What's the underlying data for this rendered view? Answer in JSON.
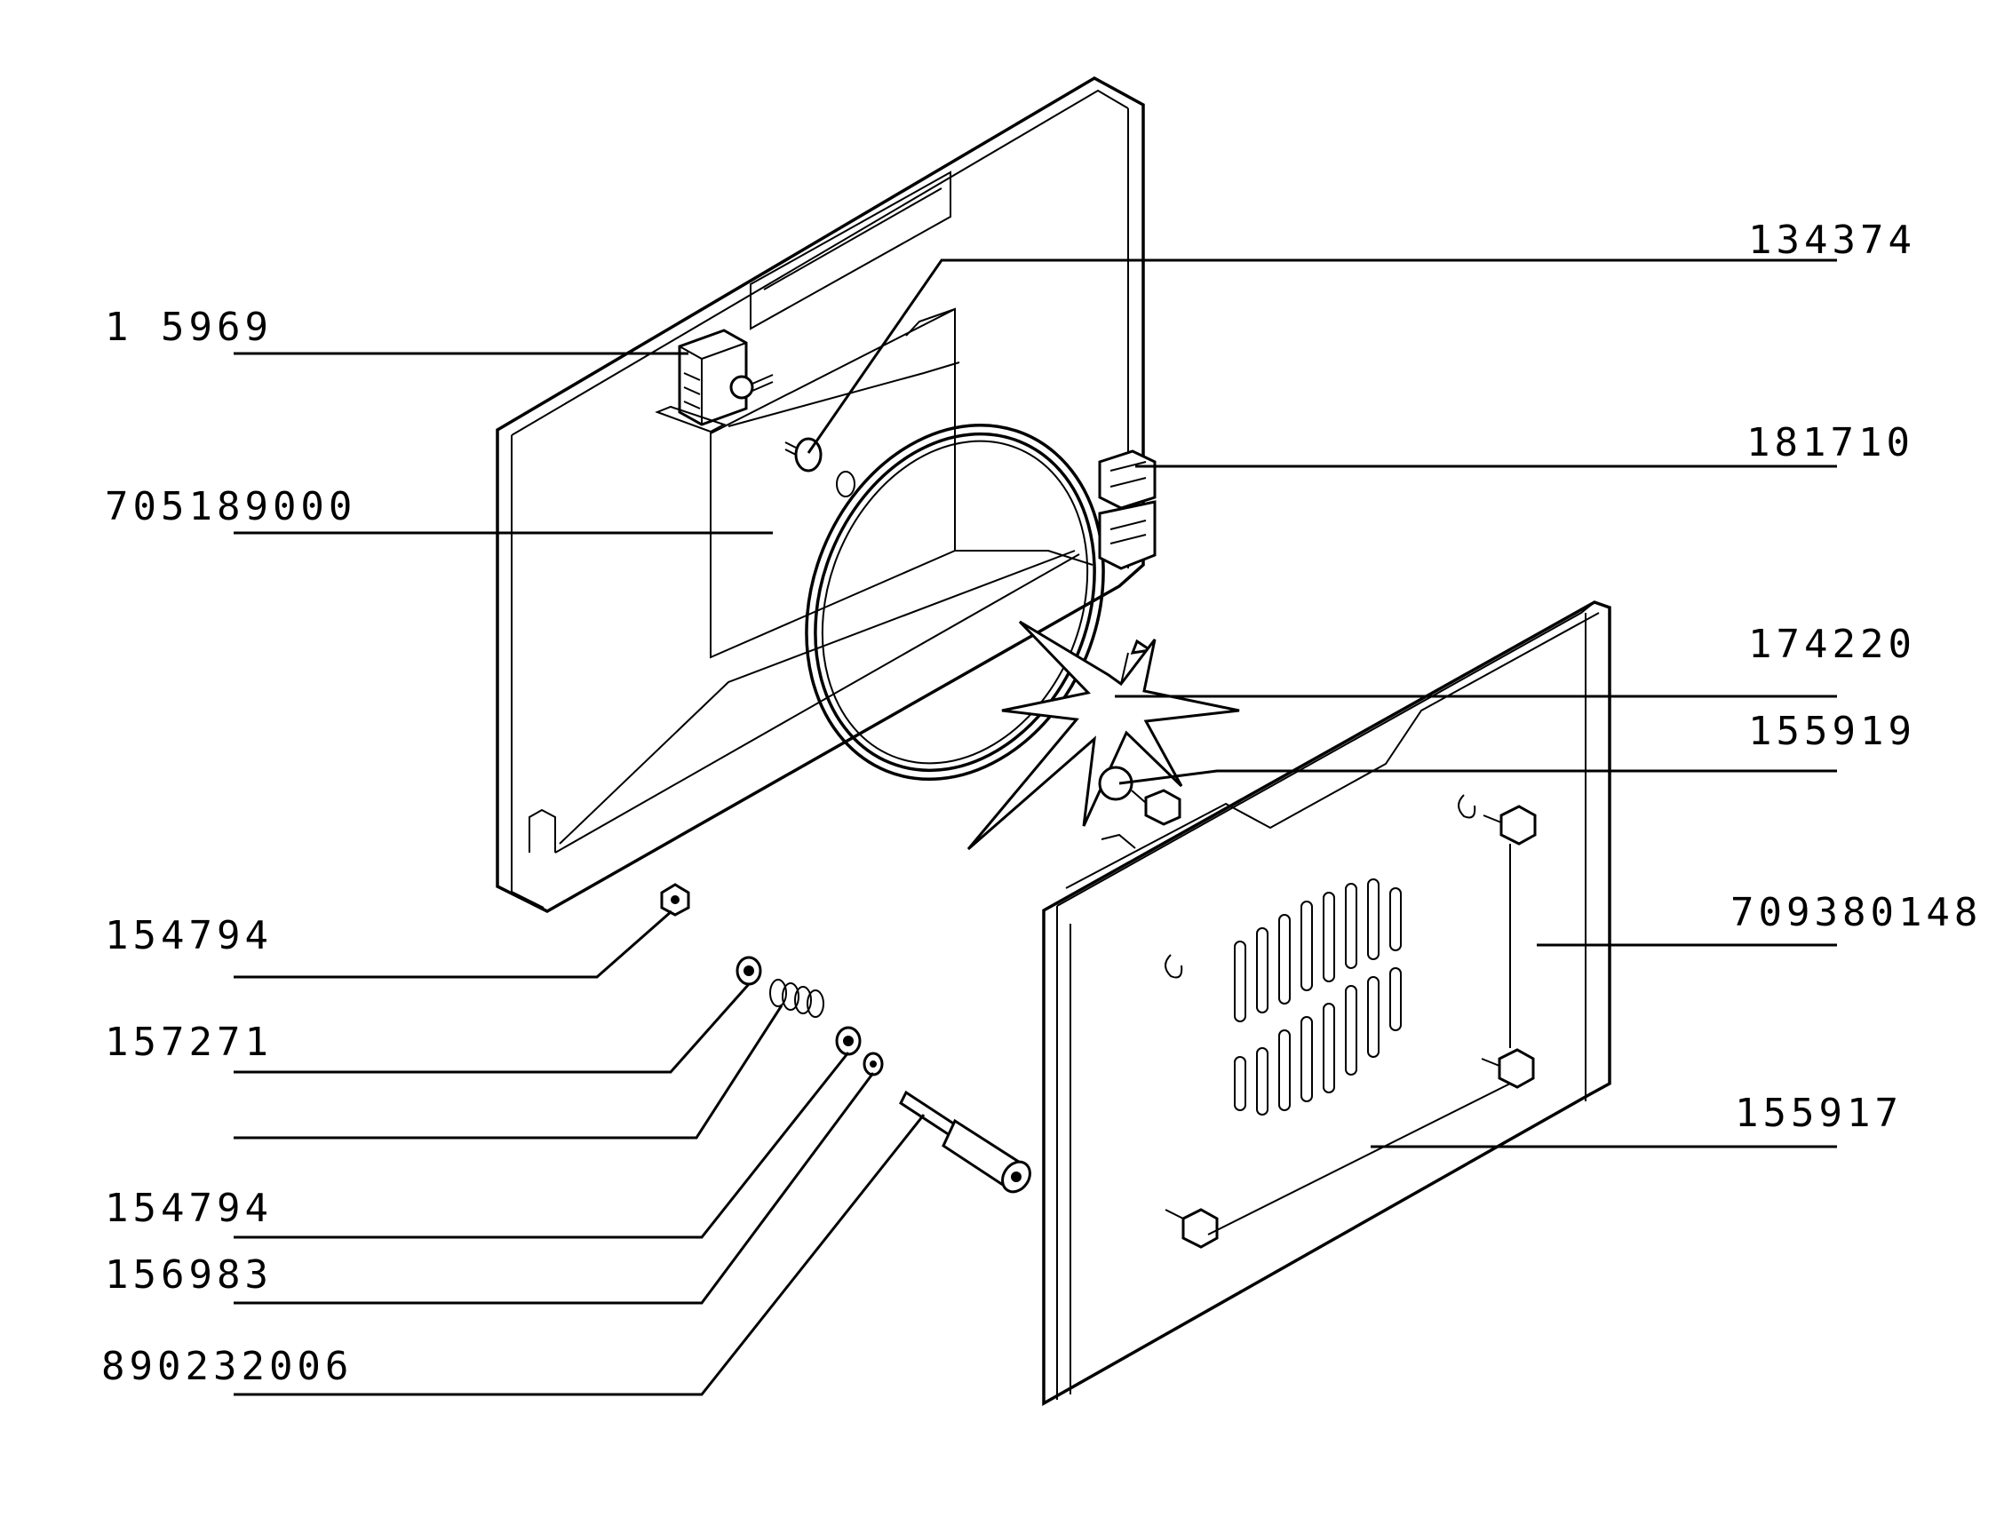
{
  "labels": {
    "l134374": "134374",
    "l115969": "1 5969",
    "l181710": "181710",
    "l705189000": "705189000",
    "l174220": "174220",
    "l155919": "155919",
    "l709380148": "709380148",
    "l154794a": "154794",
    "l157271": "157271",
    "l155917": "155917",
    "l154794b": "154794",
    "l156983": "156983",
    "l890232006": "890232006"
  }
}
